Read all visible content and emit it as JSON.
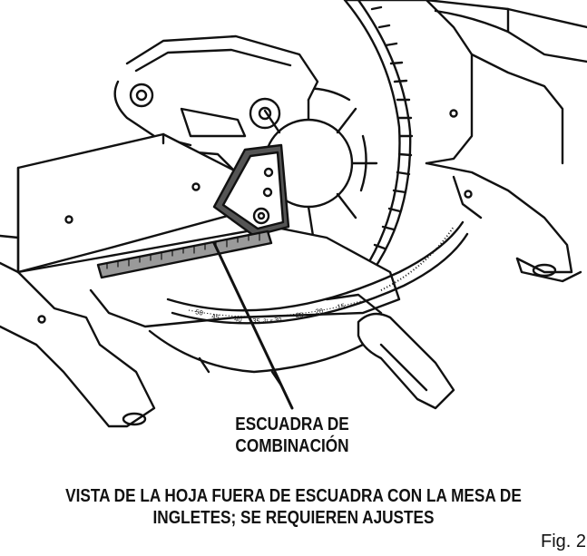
{
  "callout": {
    "line1": "ESCUADRA DE",
    "line2": "COMBINACIÓN"
  },
  "caption": {
    "line1": "VISTA DE LA HOJA FUERA DE ESCUADRA CON LA MESA DE",
    "line2": "INGLETES; SE REQUIEREN AJUSTES"
  },
  "figure_label": "Fig. 2",
  "scale_labels": {
    "miter_scale": [
      "50",
      "45",
      "40",
      "35",
      "31.6",
      "30",
      "25",
      "20",
      "15"
    ]
  },
  "colors": {
    "ink": "#111111",
    "ruler_fill": "#9a9a9a",
    "paper": "#ffffff"
  }
}
